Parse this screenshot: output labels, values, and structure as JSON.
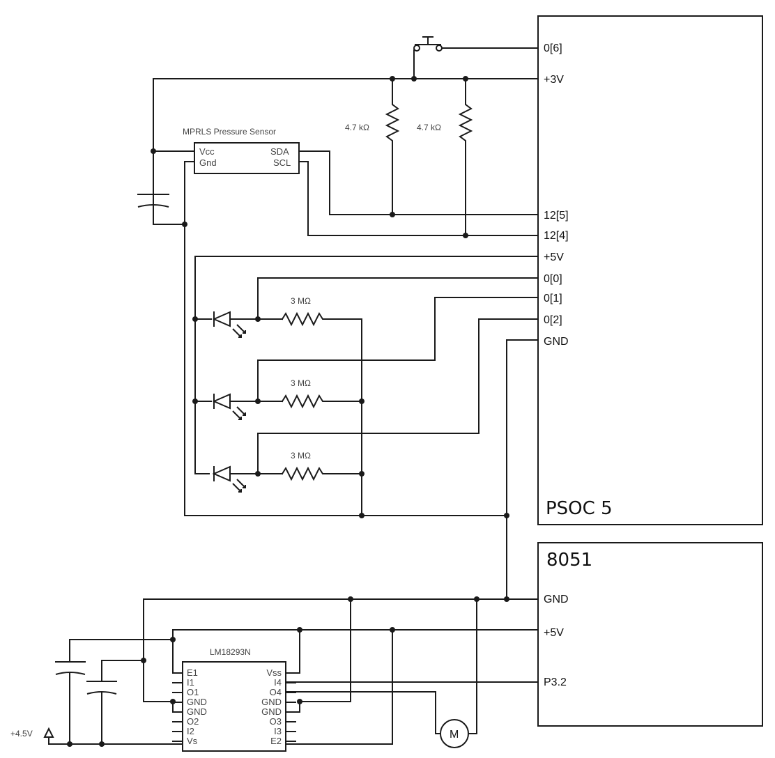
{
  "psoc": {
    "title": "PSOC 5",
    "pins": [
      "0[6]",
      "+3V",
      "12[5]",
      "12[4]",
      "+5V",
      "0[0]",
      "0[1]",
      "0[2]",
      "GND"
    ]
  },
  "mcu8051": {
    "title": "8051",
    "pins": [
      "GND",
      "+5V",
      "P3.2"
    ]
  },
  "sensor": {
    "title": "MPRLS Pressure Sensor",
    "vcc": "Vcc",
    "gnd": "Gnd",
    "sda": "SDA",
    "scl": "SCL"
  },
  "pullups": {
    "r1": "4.7 kΩ",
    "r2": "4.7 kΩ"
  },
  "led_resistors": [
    "3 MΩ",
    "3 MΩ",
    "3 MΩ"
  ],
  "driver": {
    "title": "LM18293N",
    "left_pins": [
      "E1",
      "I1",
      "O1",
      "GND",
      "GND",
      "O2",
      "I2",
      "Vs"
    ],
    "right_pins": [
      "Vss",
      "I4",
      "O4",
      "GND",
      "GND",
      "O3",
      "I3",
      "E2"
    ]
  },
  "supply": {
    "label": "+4.5V"
  },
  "motor": {
    "label": "M"
  }
}
